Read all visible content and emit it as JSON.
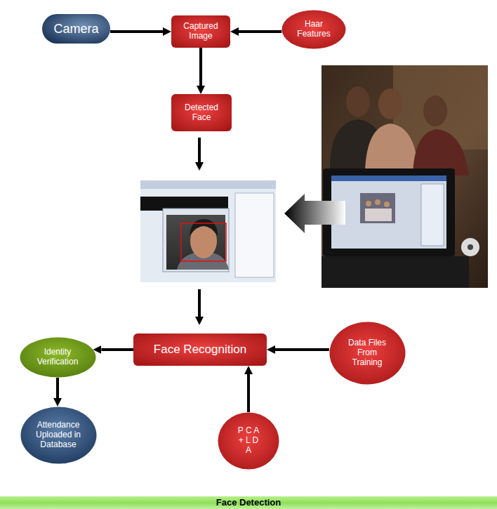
{
  "diagram": {
    "nodes": [
      {
        "text": [
          "Camera"
        ]
      },
      {
        "text": [
          "Captured Image"
        ]
      },
      {
        "text": [
          "Haar Features"
        ]
      },
      {
        "text": [
          "Detected Face"
        ]
      },
      {
        "text": [
          "Face Recognition"
        ]
      },
      {
        "text": [
          "Data Files From Training"
        ]
      },
      {
        "text": [
          "Identity Verification"
        ]
      },
      {
        "text": [
          "P C A + L D A"
        ]
      },
      {
        "text": [
          "Attendance Uploaded in Database"
        ]
      },
      {
        "text": [
          "Face Detection"
        ]
      }
    ],
    "edges": [
      {
        "from": 0,
        "to": 1,
        "arrow": "to"
      },
      {
        "from": 2,
        "to": 1,
        "arrow": "to"
      },
      {
        "from": 1,
        "to": 3,
        "arrow": "to"
      },
      {
        "from": 5,
        "to": 4,
        "arrow": "to"
      },
      {
        "from": 7,
        "to": 4,
        "arrow": "to"
      },
      {
        "from": 4,
        "to": 6,
        "arrow": "to"
      },
      {
        "from": 6,
        "to": 8,
        "arrow": "to"
      }
    ]
  }
}
